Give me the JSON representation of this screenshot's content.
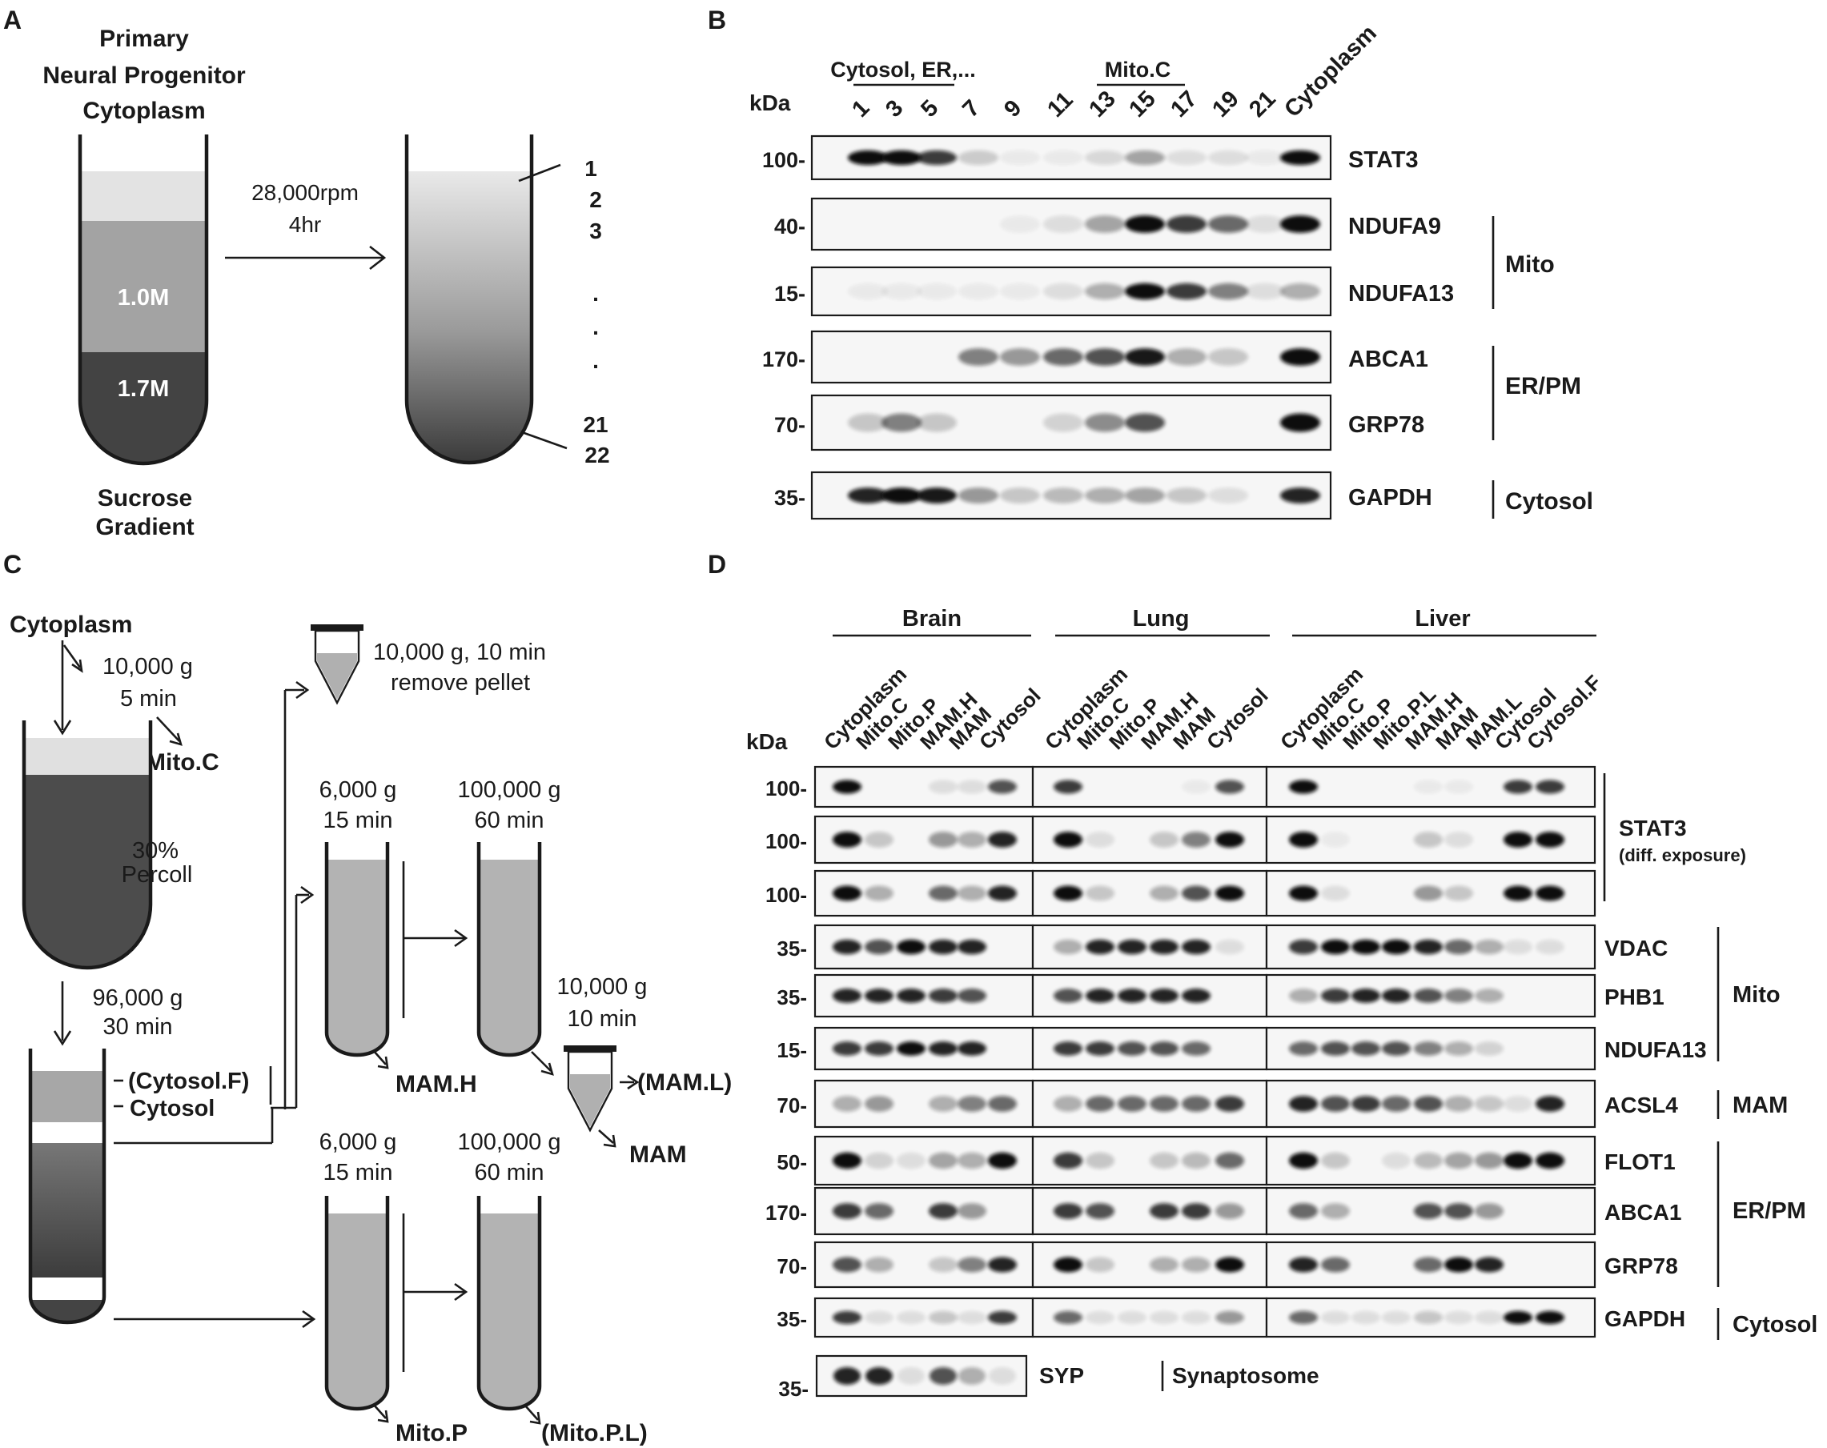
{
  "A": {
    "panel": "A",
    "title": [
      "Primary",
      "Neural Progenitor",
      "Cytoplasm"
    ],
    "spin": [
      "28,000rpm",
      "4hr"
    ],
    "layer_1": "1.0M",
    "layer_2": "1.7M",
    "bottom": [
      "Sucrose",
      "Gradient"
    ],
    "fractions": [
      "1",
      "2",
      "3",
      ".",
      ".",
      ".",
      "21",
      "22"
    ]
  },
  "B": {
    "panel": "B",
    "kda": "kDa",
    "group_1": "Cytosol, ER,...",
    "group_2": "Mito.C",
    "lanes": [
      "1",
      "3",
      "5",
      "7",
      "9",
      "11",
      "13",
      "15",
      "17",
      "19",
      "21",
      "Cytoplasm"
    ],
    "blots": [
      {
        "name": "STAT3",
        "mw": "100-"
      },
      {
        "name": "NDUFA9",
        "mw": "40-"
      },
      {
        "name": "NDUFA13",
        "mw": "15-"
      },
      {
        "name": "ABCA1",
        "mw": "170-"
      },
      {
        "name": "GRP78",
        "mw": "70-"
      },
      {
        "name": "GAPDH",
        "mw": "35-"
      }
    ],
    "groups": [
      "Mito",
      "ER/PM",
      "Cytosol"
    ]
  },
  "C": {
    "panel": "C",
    "cytoplasm": "Cytoplasm",
    "spin_1": [
      "10,000 g",
      "5 min"
    ],
    "mito_c": "Mito.C",
    "percoll": [
      "30%",
      "Percoll"
    ],
    "spin_2": [
      "96,000 g",
      "30 min"
    ],
    "cytosol_f": "(Cytosol.F)",
    "cytosol": "Cytosol",
    "spin_top": [
      "10,000 g, 10 min",
      "remove pellet"
    ],
    "spin_6k_a": [
      "6,000 g",
      "15 min"
    ],
    "spin_100k_a": [
      "100,000 g",
      "60 min"
    ],
    "spin_6k_b": [
      "6,000 g",
      "15 min"
    ],
    "spin_100k_b": [
      "100,000 g",
      "60 min"
    ],
    "spin_10k": [
      "10,000 g",
      "10 min"
    ],
    "mam_h": "MAM.H",
    "mam_l": "(MAM.L)",
    "mam": "MAM",
    "mito_p": "Mito.P",
    "mito_pl": "(Mito.P.L)"
  },
  "D": {
    "panel": "D",
    "kda": "kDa",
    "tissues": [
      "Brain",
      "Lung",
      "Liver"
    ],
    "lanes_brain": [
      "Cytoplasm",
      "Mito.C",
      "Mito.P",
      "MAM.H",
      "MAM",
      "Cytosol"
    ],
    "lanes_lung": [
      "Cytoplasm",
      "Mito.C",
      "Mito.P",
      "MAM.H",
      "MAM",
      "Cytosol"
    ],
    "lanes_liver": [
      "Cytoplasm",
      "Mito.C",
      "Mito.P",
      "Mito.P.L",
      "MAM.H",
      "MAM",
      "MAM.L",
      "Cytosol",
      "Cytosol.F"
    ],
    "rows": [
      {
        "name": "",
        "mw": "100-"
      },
      {
        "name": "",
        "mw": "100-"
      },
      {
        "name": "",
        "mw": "100-"
      },
      {
        "name": "VDAC",
        "mw": "35-"
      },
      {
        "name": "PHB1",
        "mw": "35-"
      },
      {
        "name": "NDUFA13",
        "mw": "15-"
      },
      {
        "name": "ACSL4",
        "mw": "70-"
      },
      {
        "name": "FLOT1",
        "mw": "50-"
      },
      {
        "name": "ABCA1",
        "mw": "170-"
      },
      {
        "name": "GRP78",
        "mw": "70-"
      },
      {
        "name": "GAPDH",
        "mw": "35-"
      }
    ],
    "stat3": "STAT3",
    "stat3_note": "(diff. exposure)",
    "groups": [
      "Mito",
      "MAM",
      "ER/PM",
      "Cytosol"
    ],
    "syp": {
      "mw": "35-",
      "name": "SYP",
      "group": "Synaptosome"
    }
  }
}
